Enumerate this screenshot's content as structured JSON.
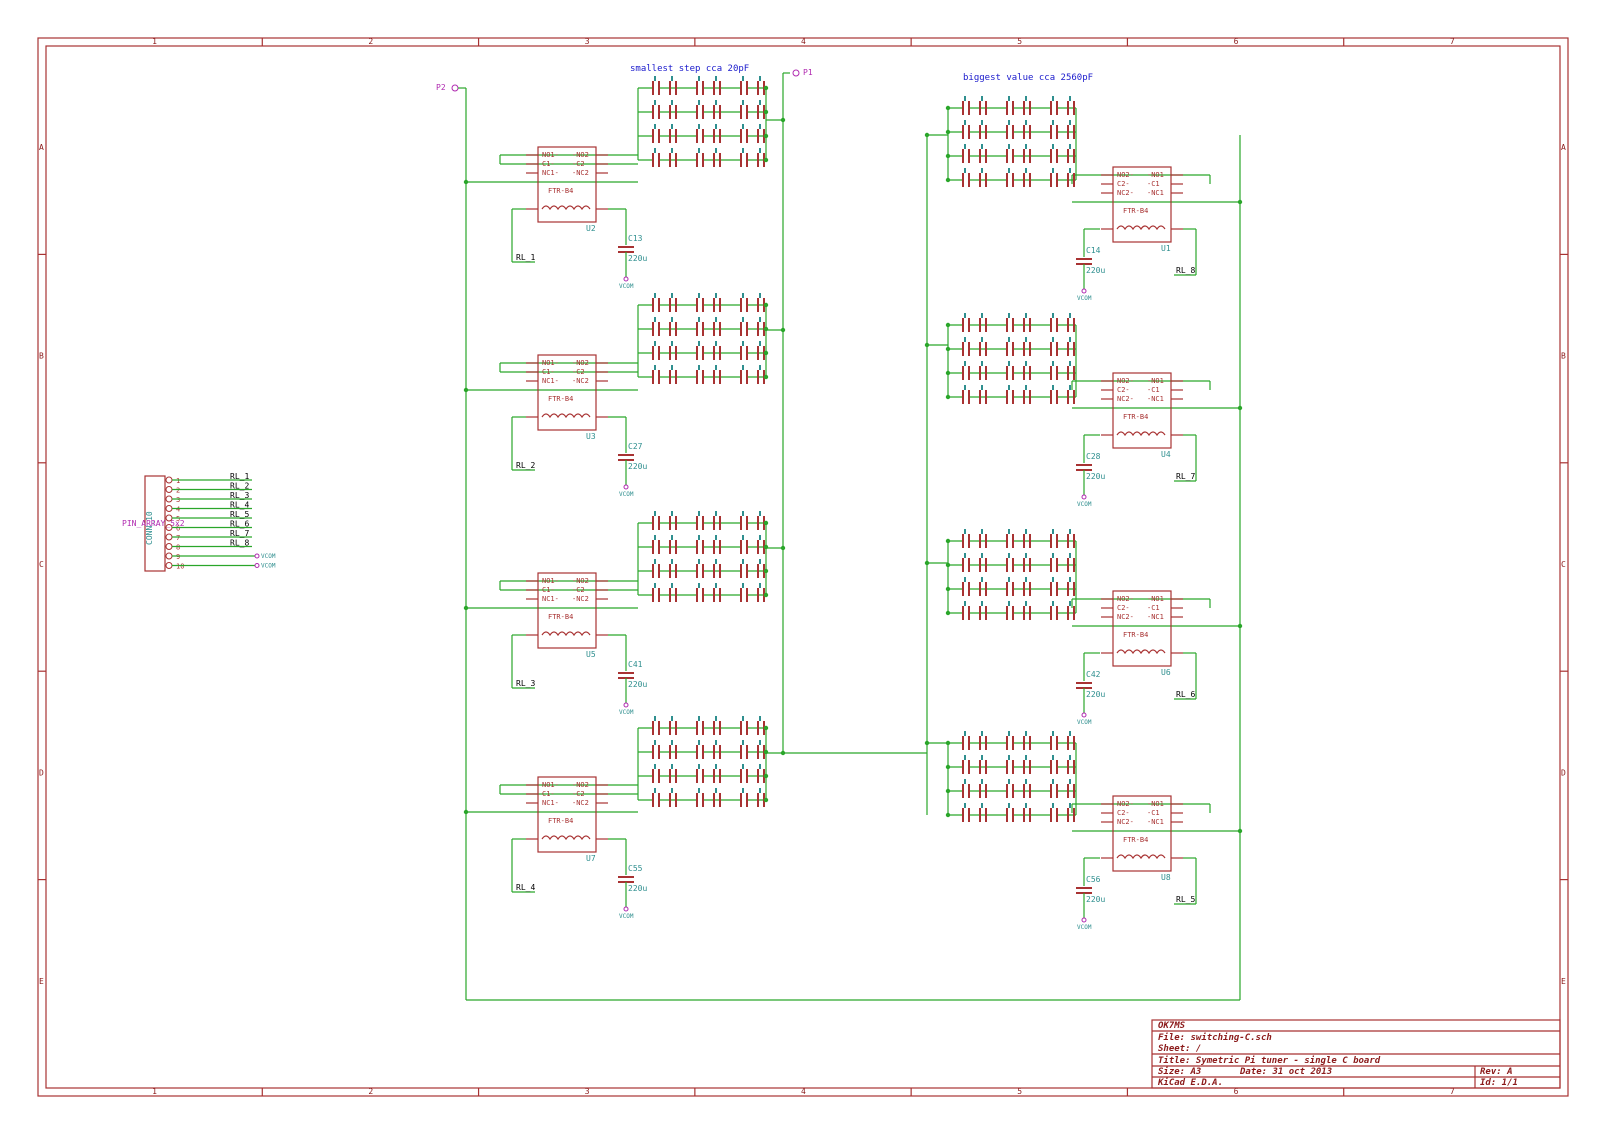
{
  "frame": {
    "columns": [
      "1",
      "2",
      "3",
      "4",
      "5",
      "6",
      "7"
    ],
    "rows": [
      "A",
      "B",
      "C",
      "D",
      "E"
    ]
  },
  "notes": {
    "smallest": "smallest step cca 20pF",
    "biggest": "biggest value cca 2560pF"
  },
  "ports": {
    "p2": "P2",
    "p1": "P1"
  },
  "relay": {
    "part": "FTR-B4",
    "pins_left": [
      "NO1",
      "C1",
      "NC1"
    ],
    "pins_right": [
      "NO2",
      "C2",
      "NC2"
    ],
    "left_units": [
      {
        "ref": "U2",
        "net": "RL_1",
        "cap": "C13",
        "capval": "220u"
      },
      {
        "ref": "U3",
        "net": "RL_2",
        "cap": "C27",
        "capval": "220u"
      },
      {
        "ref": "U5",
        "net": "RL_3",
        "cap": "C41",
        "capval": "220u"
      },
      {
        "ref": "U7",
        "net": "RL_4",
        "cap": "C55",
        "capval": "220u"
      }
    ],
    "right_units": [
      {
        "ref": "U1",
        "net": "RL_8",
        "cap": "C14",
        "capval": "220u"
      },
      {
        "ref": "U4",
        "net": "RL_7",
        "cap": "C28",
        "capval": "220u"
      },
      {
        "ref": "U6",
        "net": "RL_6",
        "cap": "C42",
        "capval": "220u"
      },
      {
        "ref": "U8",
        "net": "RL_5",
        "cap": "C56",
        "capval": "220u"
      }
    ],
    "vcom": "VCOM"
  },
  "connector": {
    "ref": "CONN_10",
    "alias": "PIN_ARRAY_5x2",
    "pins": [
      "1",
      "2",
      "3",
      "4",
      "5",
      "6",
      "7",
      "8",
      "9",
      "10"
    ],
    "nets": [
      "RL_1",
      "RL_2",
      "RL_3",
      "RL_4",
      "RL_5",
      "RL_6",
      "RL_7",
      "RL_8",
      "VCOM",
      "VCOM"
    ]
  },
  "titleblock": {
    "company": "OK7MS",
    "file": "File: switching-C.sch",
    "sheet": "Sheet: /",
    "title": "Title: Symetric Pi tuner - single C board",
    "size": "Size: A3",
    "date": "Date: 31 oct 2013",
    "rev": "Rev: A",
    "tool": "KiCad E.D.A.",
    "id": "Id: 1/1"
  },
  "colors": {
    "frame": "#a83232",
    "wire": "#2aa62a",
    "ref": "#2f8f8f",
    "note": "#1a1acc"
  }
}
